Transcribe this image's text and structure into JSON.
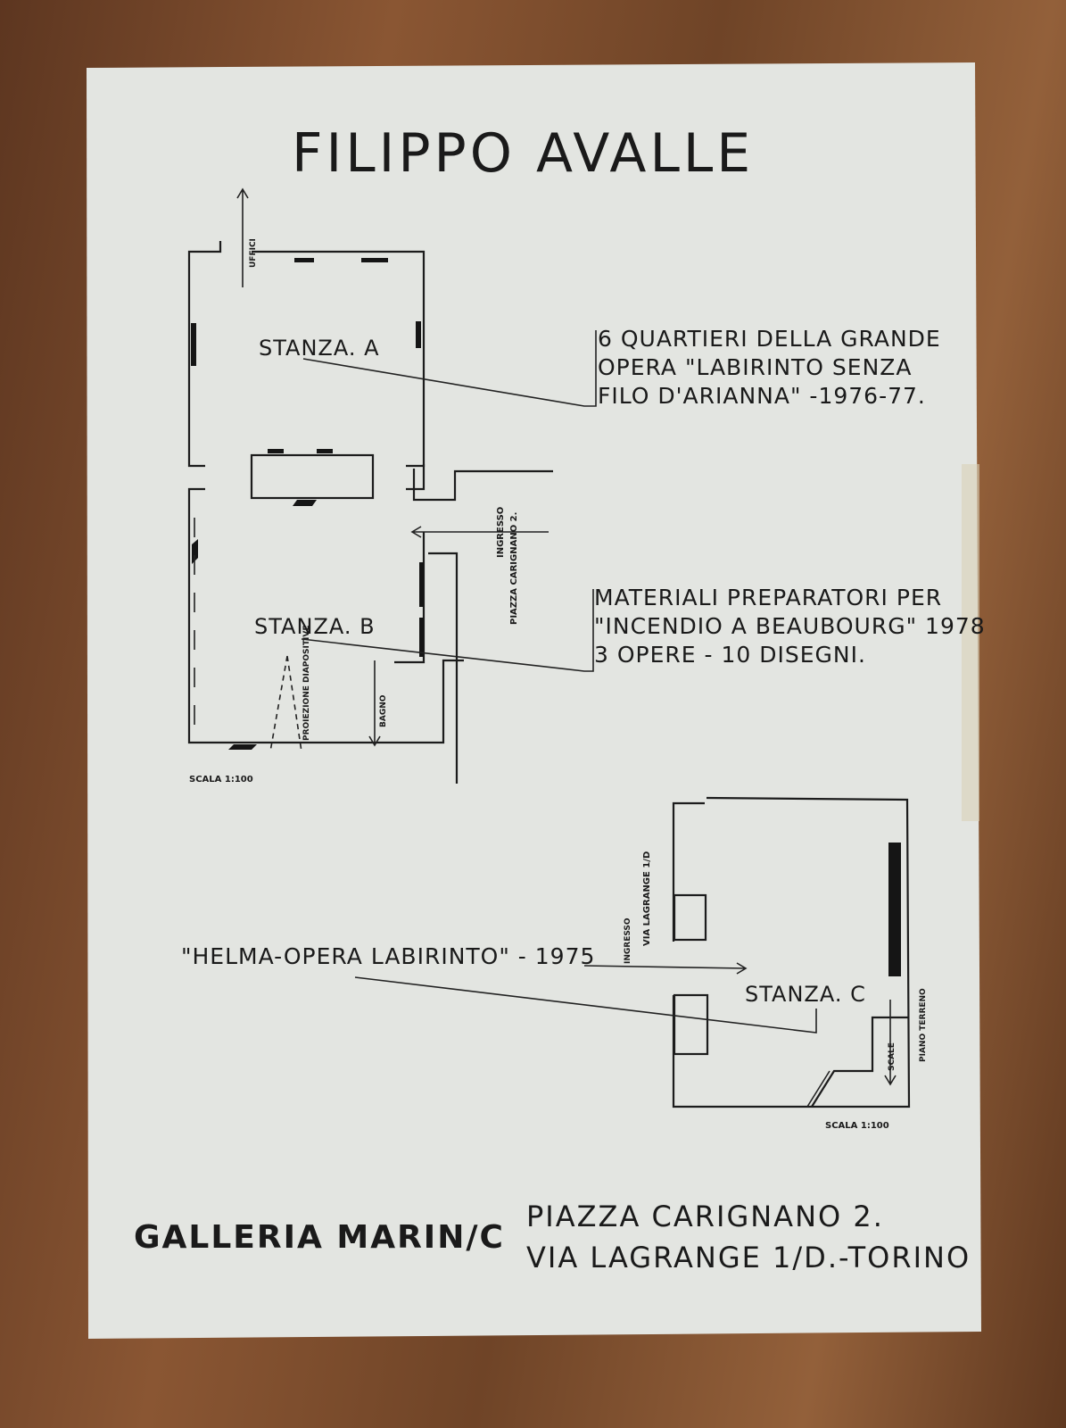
{
  "title": "FILIPPO AVALLE",
  "plan_upper": {
    "room_a": "STANZA. A",
    "room_b": "STANZA. B",
    "uffici": "UFFICI",
    "entrance": "INGRESSO",
    "entrance_address": "PIAZZA CARIGNANO 2.",
    "slides": "PROIEZIONE DIAPOSITIVE",
    "bathroom": "BAGNO",
    "scale": "SCALA 1:100"
  },
  "plan_lower": {
    "room_c": "STANZA. C",
    "entrance": "INGRESSO",
    "entrance_address": "VIA LAGRANGE 1/D",
    "stairs": "SCALE",
    "floor": "PIANO TERRENO",
    "scale": "SCALA 1:100"
  },
  "notes": {
    "a": [
      "6 QUARTIERI DELLA GRANDE",
      "OPERA \"LABIRINTO SENZA",
      "FILO D'ARIANNA\" -1976-77."
    ],
    "b": [
      "MATERIALI PREPARATORI PER",
      "\"INCENDIO A BEAUBOURG\" 1978",
      "3 OPERE - 10 DISEGNI."
    ],
    "c": "\"HELMA-OPERA LABIRINTO\" - 1975"
  },
  "footer": {
    "gallery": "GALLERIA MARIN/C",
    "address_1": "PIAZZA CARIGNANO 2.",
    "address_2": "VIA LAGRANGE 1/D.-TORINO"
  },
  "colors": {
    "paper": "#e4e6e2",
    "ink": "#1a1a1a",
    "background": "#6e4327"
  }
}
